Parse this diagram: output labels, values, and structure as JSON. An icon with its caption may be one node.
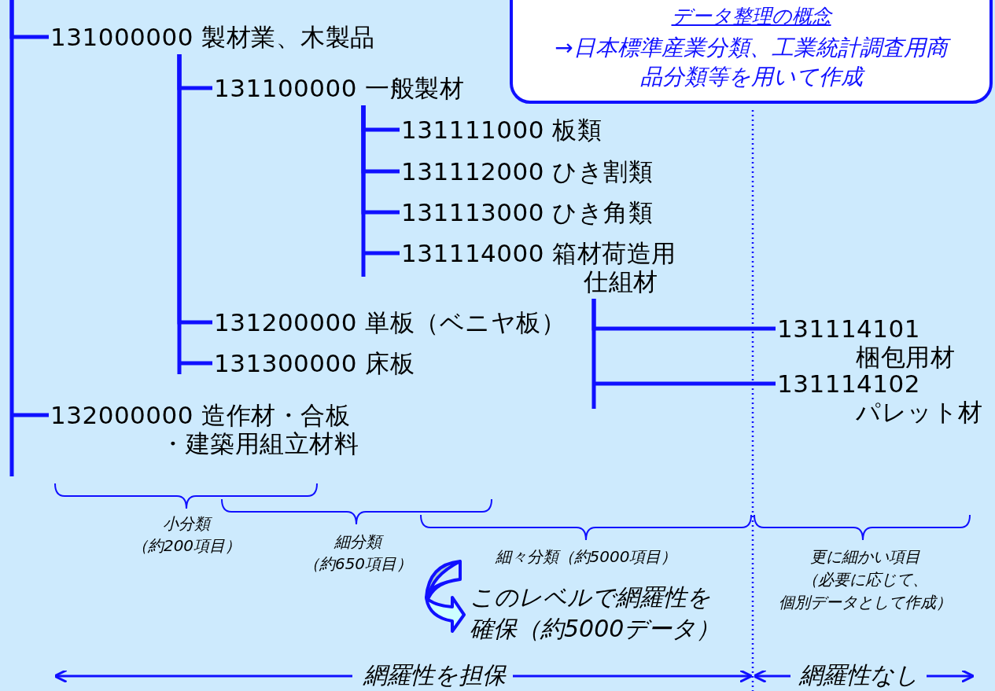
{
  "diagram": {
    "nodes": [
      {
        "text": [
          "131000000 製材業、木製品"
        ]
      },
      {
        "text": [
          "131100000 一般製材"
        ]
      },
      {
        "text": [
          "131111000 板類"
        ]
      },
      {
        "text": [
          "131112000 ひき割類"
        ]
      },
      {
        "text": [
          "131113000 ひき角類"
        ]
      },
      {
        "text": [
          "131114000 箱材荷造用仕組材"
        ]
      },
      {
        "text": [
          "131200000 単板（ベニヤ板）"
        ]
      },
      {
        "text": [
          "131300000 床板"
        ]
      },
      {
        "text": [
          "131114101",
          "梱包用材"
        ]
      },
      {
        "text": [
          "131114102",
          "パレット材"
        ]
      },
      {
        "text": [
          "132000000 造作材・合板・建築用組立材料"
        ]
      },
      {
        "text": [
          "データ整理の概念",
          "→日本標準産業分類、工業統計調査用商品分類等を用いて作成"
        ]
      }
    ],
    "edges": [
      {
        "from": null,
        "to": 0,
        "arrow": "none"
      },
      {
        "from": null,
        "to": 10,
        "arrow": "none"
      },
      {
        "from": 0,
        "to": 1,
        "arrow": "none"
      },
      {
        "from": 0,
        "to": 6,
        "arrow": "none"
      },
      {
        "from": 0,
        "to": 7,
        "arrow": "none"
      },
      {
        "from": 1,
        "to": 2,
        "arrow": "none"
      },
      {
        "from": 1,
        "to": 3,
        "arrow": "none"
      },
      {
        "from": 1,
        "to": 4,
        "arrow": "none"
      },
      {
        "from": 1,
        "to": 5,
        "arrow": "none"
      },
      {
        "from": 5,
        "to": 8,
        "arrow": "none"
      },
      {
        "from": 5,
        "to": 9,
        "arrow": "none"
      }
    ],
    "labels": [
      "小分類（約200項目）",
      "細分類（約650項目）",
      "細々分類（約5000項目）",
      "更に細かい項目（必要に応じて、個別データとして作成）",
      "このレベルで網羅性を確保（約5000データ）",
      "網羅性を担保",
      "網羅性なし"
    ]
  }
}
